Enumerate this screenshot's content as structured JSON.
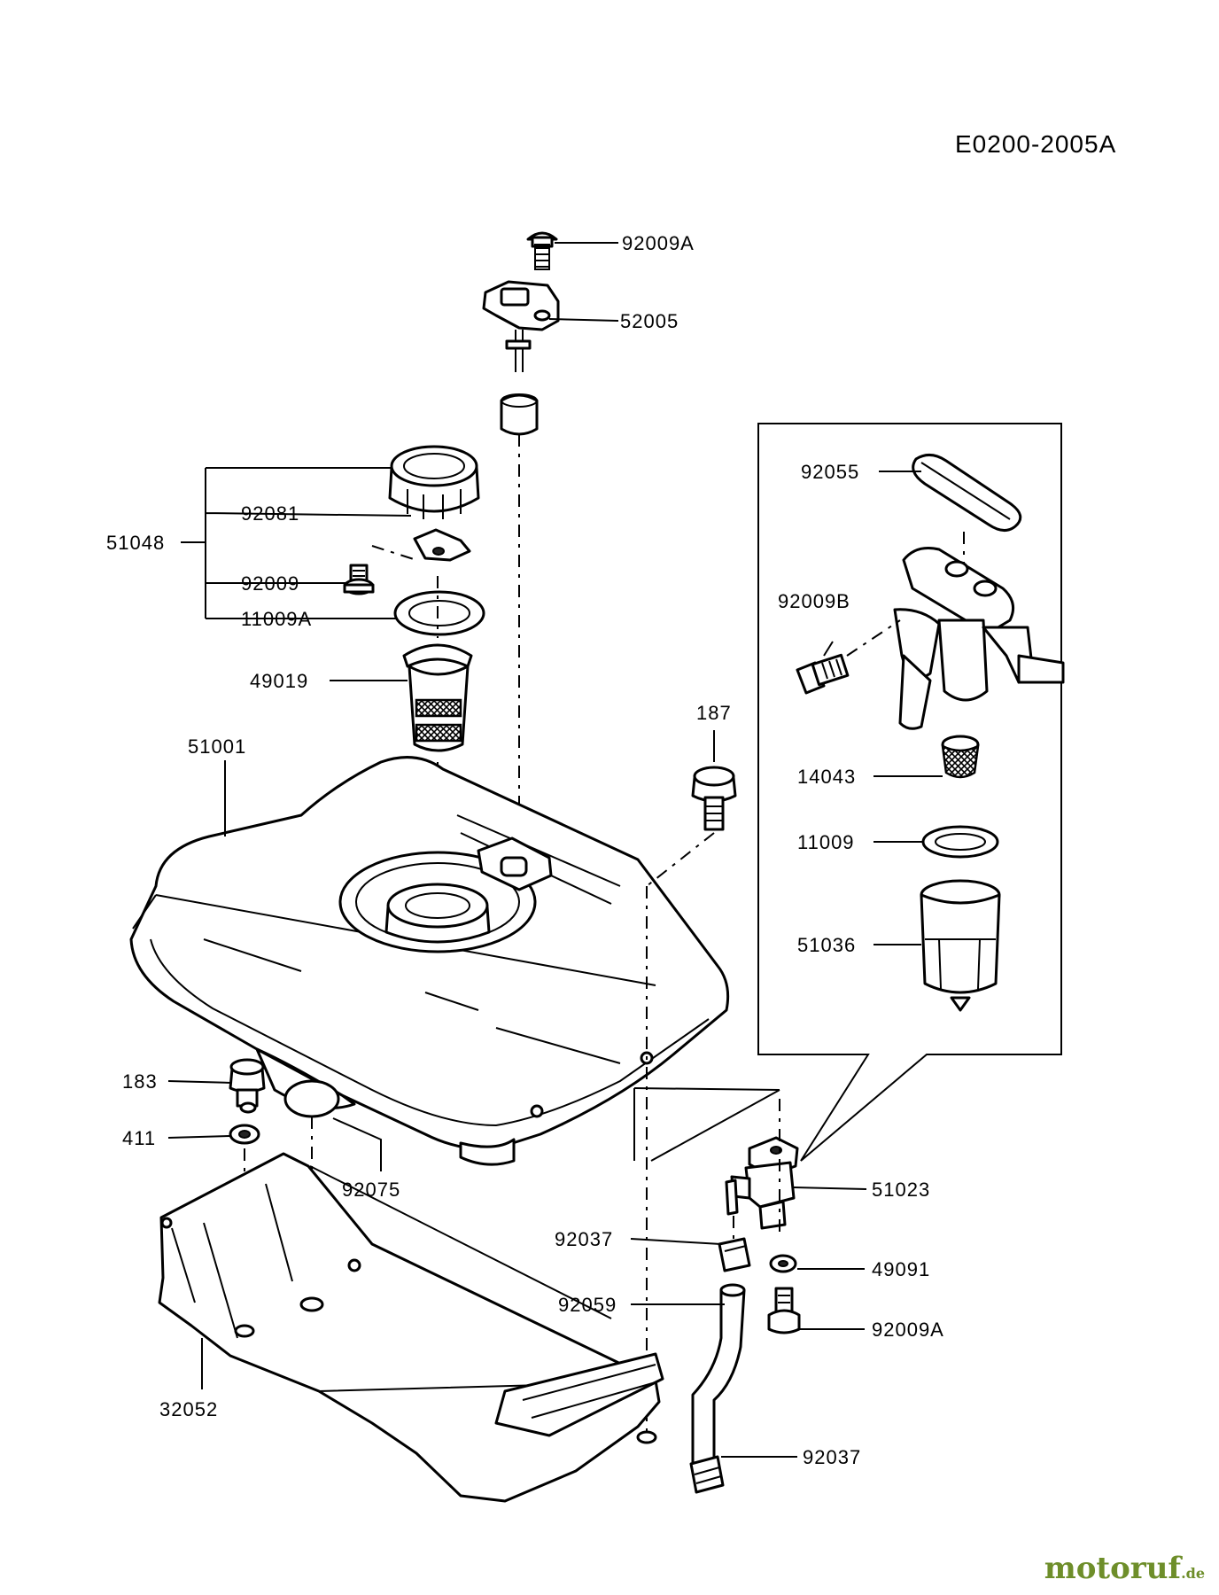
{
  "diagram_code": "E0200-2005A",
  "labels": {
    "p92009A_top": "92009A",
    "p52005": "52005",
    "p92055": "92055",
    "p51048": "51048",
    "p92081": "92081",
    "p92009": "92009",
    "p11009A": "11009A",
    "p92009B": "92009B",
    "p49019": "49019",
    "p187": "187",
    "p51001": "51001",
    "p14043": "14043",
    "p11009": "11009",
    "p51036": "51036",
    "p183": "183",
    "p411": "411",
    "p92075": "92075",
    "p51023": "51023",
    "p92037_a": "92037",
    "p49091": "49091",
    "p92059": "92059",
    "p92009A_bottom": "92009A",
    "p32052": "32052",
    "p92037_b": "92037"
  },
  "watermark": {
    "name": "motoruf",
    "suffix": ".de"
  }
}
